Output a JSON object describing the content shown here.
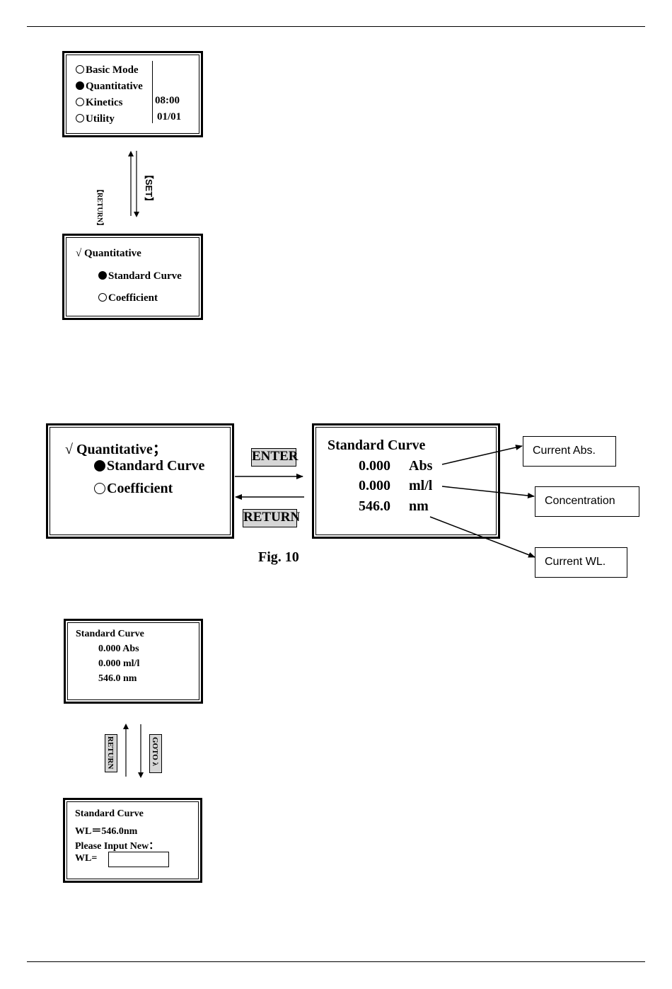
{
  "screen1": {
    "items": [
      {
        "label": "Basic Mode",
        "selected": false
      },
      {
        "label": "Quantitative",
        "selected": true
      },
      {
        "label": "Kinetics",
        "selected": false
      },
      {
        "label": "Utility",
        "selected": false
      }
    ],
    "time": "08:00",
    "date": "01/01"
  },
  "transition1": {
    "up_key": "【RETURN】",
    "down_key": "【SET】"
  },
  "screen2": {
    "title": "√ Quantitative",
    "items": [
      {
        "label": "Standard Curve",
        "selected": true
      },
      {
        "label": "Coefficient",
        "selected": false
      }
    ]
  },
  "fig10": {
    "left_screen": {
      "title": "√ Quantitative；",
      "items": [
        {
          "label": "Standard Curve",
          "selected": true
        },
        {
          "label": "Coefficient",
          "selected": false
        }
      ]
    },
    "enter_key": "ENTER",
    "return_key": "RETURN",
    "right_screen": {
      "title": "Standard Curve",
      "abs_value": "0.000",
      "abs_unit": "Abs",
      "conc_value": "0.000",
      "conc_unit": "ml/l",
      "wl_value": "546.0",
      "wl_unit": "nm"
    },
    "callouts": {
      "abs": "Current Abs.",
      "conc": "Concentration",
      "wl": "Current WL."
    },
    "caption": "Fig. 10"
  },
  "screen3": {
    "title": "Standard Curve",
    "lines": [
      "0.000 Abs",
      "0.000 ml/l",
      "546.0 nm"
    ]
  },
  "transition2": {
    "up_key": "RETURN",
    "down_key": "GOTO λ"
  },
  "screen4": {
    "title": "Standard Curve",
    "wl_line": "WL＝546.0nm",
    "prompt": "Please Input New：",
    "input_label": "WL=",
    "input_value": ""
  }
}
